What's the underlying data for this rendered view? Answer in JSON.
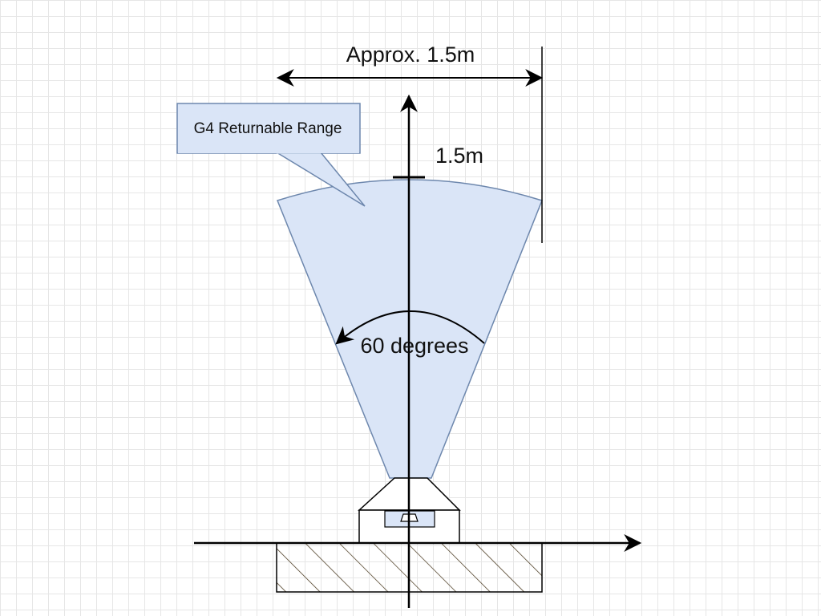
{
  "labels": {
    "width_dimension": "Approx. 1.5m",
    "range_callout": "G4 Returnable Range",
    "range_distance": "1.5m",
    "angle": "60 degrees"
  },
  "colors": {
    "sector_fill": "#dae5f7",
    "sector_stroke": "#6d87ad",
    "callout_fill": "#dae5f7",
    "callout_stroke": "#6d87ad",
    "line": "#000000",
    "ground_hatch": "#4a3a20"
  }
}
